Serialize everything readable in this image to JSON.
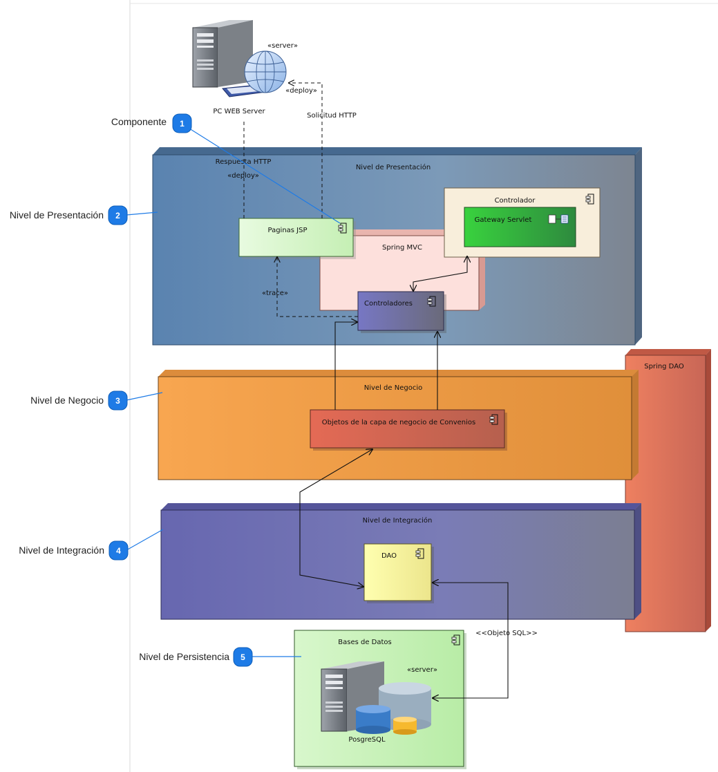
{
  "callouts": [
    {
      "number": "1",
      "label": "Componente"
    },
    {
      "number": "2",
      "label": "Nivel de Presentación"
    },
    {
      "number": "3",
      "label": "Nivel de Negocio"
    },
    {
      "number": "4",
      "label": "Nivel de Integración"
    },
    {
      "number": "5",
      "label": "Nivel de Persistencia"
    }
  ],
  "web_server": {
    "stereotype": "«server»",
    "label": "PC WEB Server",
    "deploy_top": "«deploy»",
    "request": "Solicitud HTTP",
    "response": "Respuesta HTTP",
    "deploy_left": "«deploy»"
  },
  "layers": {
    "presentation": "Nivel de Presentación",
    "business": "Nivel de Negocio",
    "integration": "Nivel de Integración",
    "spring_dao": "Spring DAO"
  },
  "components": {
    "jsp": "Paginas JSP",
    "spring_mvc": "Spring MVC",
    "controlador": "Controlador",
    "gateway": "Gateway Servlet",
    "controladores": "Controladores",
    "trace": "«trace»",
    "negocio": "Objetos de la capa de negocio de Convenios",
    "dao": "DAO",
    "bases_datos": "Bases de Datos",
    "db_stereotype": "«server»",
    "db_label": "PosgreSQL",
    "objeto_sql": "<<Objeto SQL>>"
  },
  "colors": {
    "callout_blue": "#1e7be6",
    "presentation_layer": "#5b86b3",
    "business_layer": "#f6a44c",
    "integration_layer": "#6e6db4",
    "spring_dao": "#e0735a",
    "jsp": "#d6f5c9",
    "gateway": "#33c43a"
  }
}
